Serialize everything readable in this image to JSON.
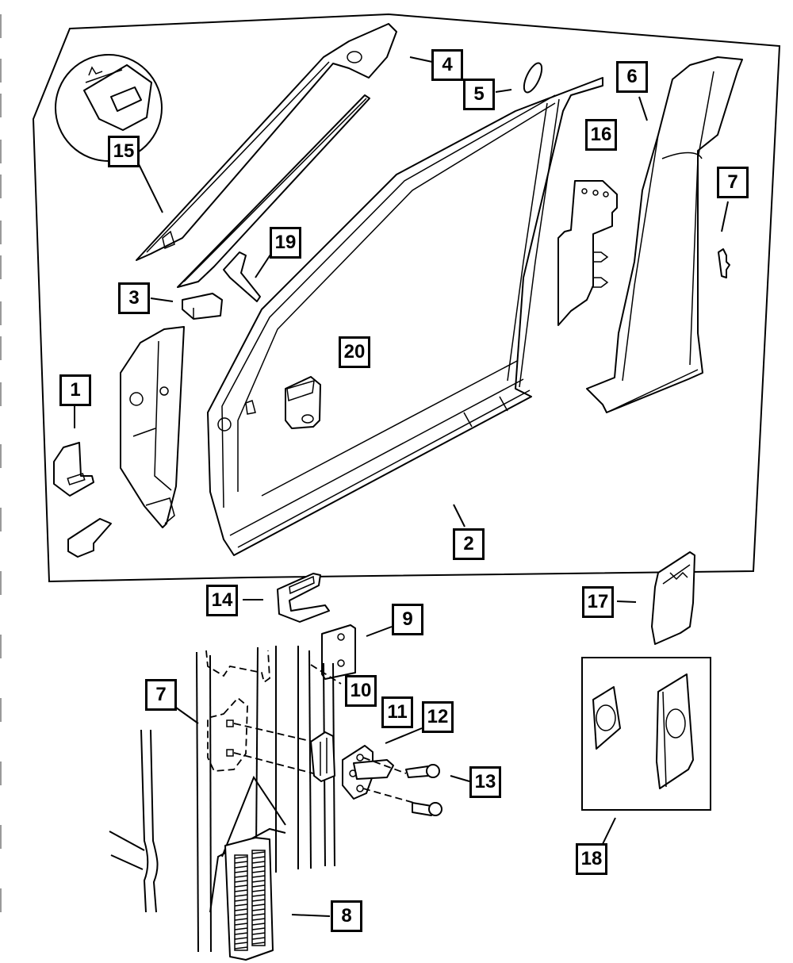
{
  "diagram": {
    "title": "Body side aperture and door hinge exploded parts diagram",
    "callouts": [
      {
        "id": "1",
        "label": "1"
      },
      {
        "id": "2",
        "label": "2"
      },
      {
        "id": "3",
        "label": "3"
      },
      {
        "id": "4",
        "label": "4"
      },
      {
        "id": "5",
        "label": "5"
      },
      {
        "id": "6",
        "label": "6"
      },
      {
        "id": "7a",
        "label": "7"
      },
      {
        "id": "7b",
        "label": "7"
      },
      {
        "id": "8",
        "label": "8"
      },
      {
        "id": "9",
        "label": "9"
      },
      {
        "id": "10",
        "label": "10"
      },
      {
        "id": "11",
        "label": "11"
      },
      {
        "id": "12",
        "label": "12"
      },
      {
        "id": "13",
        "label": "13"
      },
      {
        "id": "14",
        "label": "14"
      },
      {
        "id": "15",
        "label": "15"
      },
      {
        "id": "16",
        "label": "16"
      },
      {
        "id": "17",
        "label": "17"
      },
      {
        "id": "18",
        "label": "18"
      },
      {
        "id": "19",
        "label": "19"
      },
      {
        "id": "20",
        "label": "20"
      }
    ]
  }
}
